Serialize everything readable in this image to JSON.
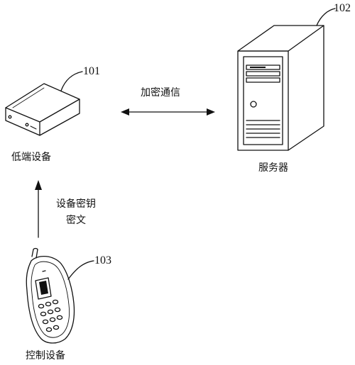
{
  "devices": {
    "low_end": {
      "ref": "101",
      "label": "低端设备"
    },
    "server": {
      "ref": "102",
      "label": "服务器"
    },
    "control": {
      "ref": "103",
      "label": "控制设备"
    }
  },
  "links": {
    "encrypted_comm": "加密通信",
    "device_key_line1": "设备密钥",
    "device_key_line2": "密文"
  }
}
